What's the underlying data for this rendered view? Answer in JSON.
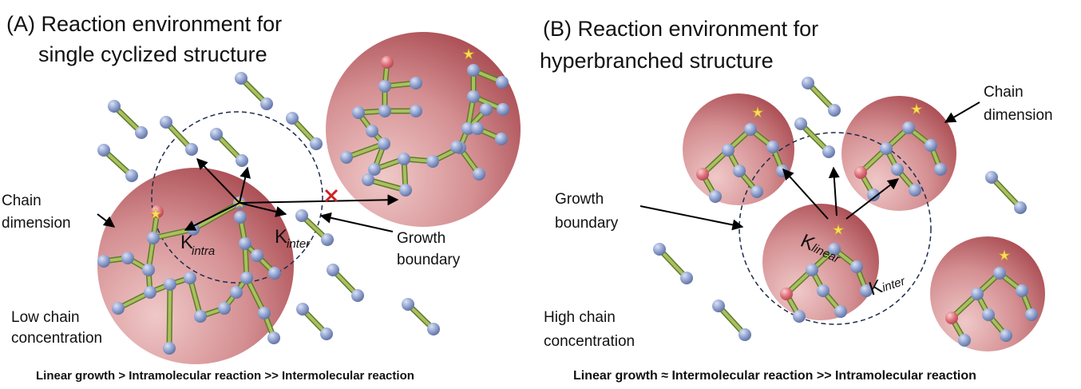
{
  "panel_a": {
    "title_line1": "(A) Reaction environment for",
    "title_line2": "single cyclized structure",
    "chain_dimension": [
      "Chain",
      "dimension"
    ],
    "growth_boundary": [
      "Growth",
      "boundary"
    ],
    "low_concentration": [
      "Low chain",
      "concentration"
    ],
    "k_intra": {
      "k": "K",
      "sub": "intra"
    },
    "k_inter": {
      "k": "K",
      "sub": "inter"
    },
    "caption": "Linear growth > Intramolecular reaction >> Intermolecular reaction"
  },
  "panel_b": {
    "title_line1": "(B) Reaction environment for",
    "title_line2": "hyperbranched structure",
    "chain_dimension": [
      "Chain",
      "dimension"
    ],
    "growth_boundary": [
      "Growth",
      "boundary"
    ],
    "high_concentration": [
      "High chain",
      "concentration"
    ],
    "k_linear": {
      "k": "K",
      "sub": "linear"
    },
    "k_inter": {
      "k": "K",
      "sub": "inter"
    },
    "caption": "Linear growth ≈ Intermolecular reaction >> Intramolecular reaction"
  },
  "colors": {
    "sphere_light": "#e8b4b4",
    "sphere_dark": "#b5585c",
    "bead": "#8fa1cf",
    "bead_red": "#e0707a",
    "bond": "#8fa64a",
    "star": "#f7e05c",
    "blocked": "#cc2222"
  }
}
